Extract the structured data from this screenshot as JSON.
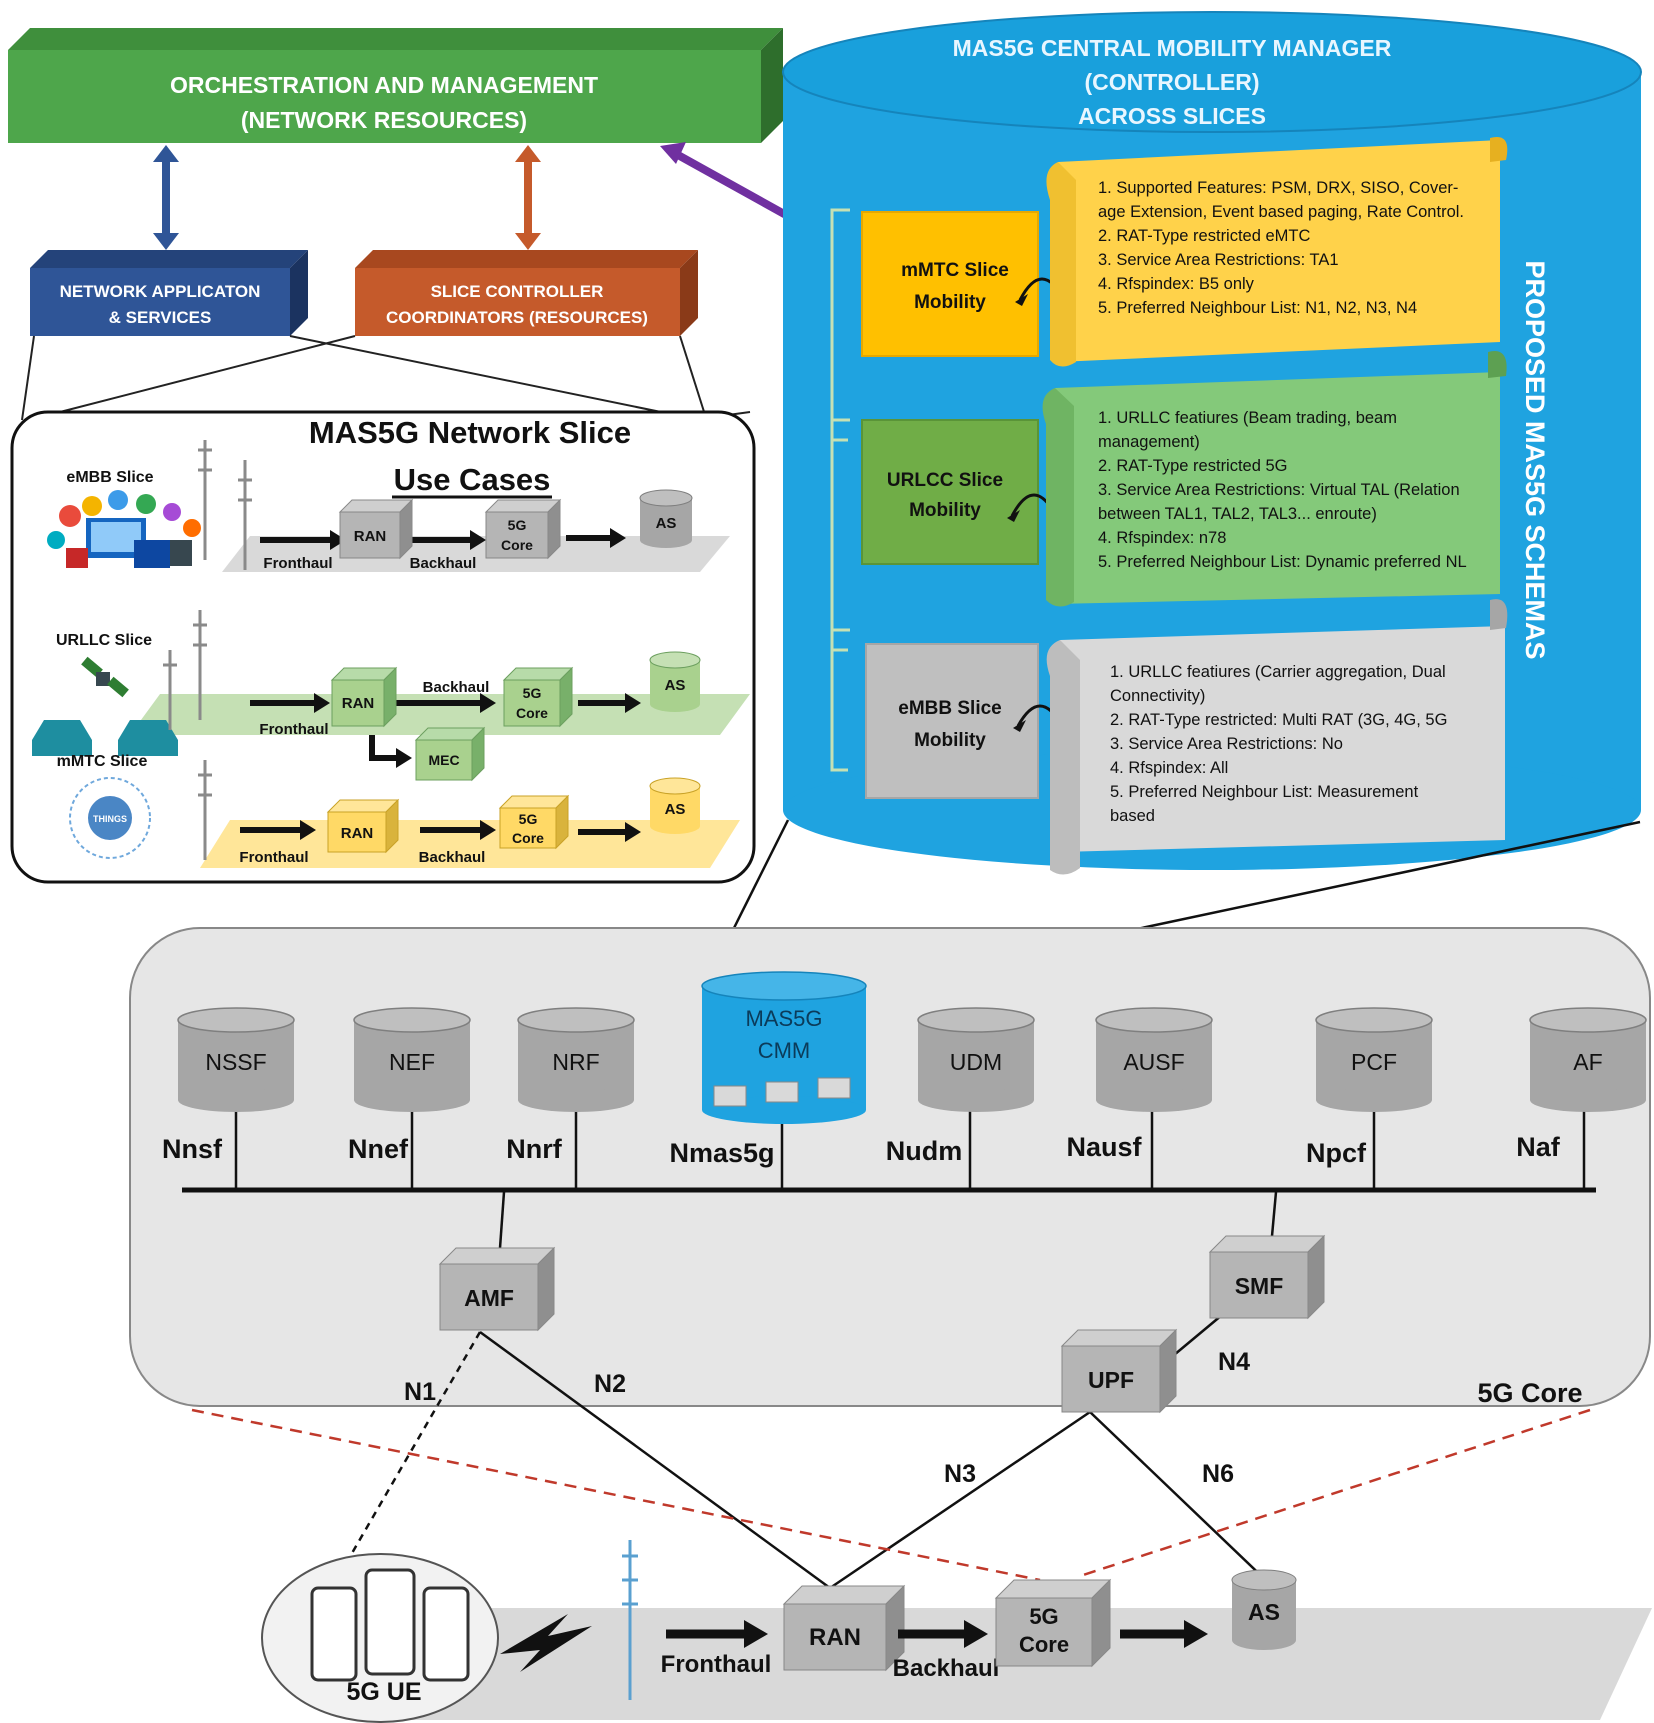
{
  "orchestration": {
    "line1": "ORCHESTRATION AND MANAGEMENT",
    "line2": "(NETWORK RESOURCES)"
  },
  "app_services": {
    "line1": "NETWORK APPLICATON",
    "line2": "& SERVICES"
  },
  "slice_controller": {
    "line1": "SLICE CONTROLLER",
    "line2": "COORDINATORS (RESOURCES)"
  },
  "use_cases": {
    "title_line1": "MAS5G Network Slice",
    "title_line2": "Use Cases",
    "rows": [
      {
        "label": "eMBB Slice",
        "ran": "RAN",
        "core": [
          "5G",
          "Core"
        ],
        "as": "AS",
        "fronthaul": "Fronthaul",
        "backhaul": "Backhaul"
      },
      {
        "label": "URLLC Slice",
        "ran": "RAN",
        "core": [
          "5G",
          "Core"
        ],
        "as": "AS",
        "fronthaul": "Fronthaul",
        "backhaul": "Backhaul",
        "mec": "MEC"
      },
      {
        "label": "mMTC Slice",
        "ran": "RAN",
        "core": [
          "5G",
          "Core"
        ],
        "as": "AS",
        "fronthaul": "Fronthaul",
        "backhaul": "Backhaul",
        "things": "THINGS"
      }
    ]
  },
  "cmm": {
    "title_line1": "MAS5G CENTRAL MOBILITY MANAGER",
    "title_line2": "(CONTROLLER)",
    "title_line3": "ACROSS SLICES",
    "side_label": "PROPOSED MAS5G SCHEMAS",
    "slices": [
      {
        "name_line1": "mMTC Slice",
        "name_line2": "Mobility",
        "items": [
          "1. Supported Features: PSM, DRX, SISO, Cover-",
          "age Extension, Event based paging, Rate Control.",
          "2. RAT-Type restricted eMTC",
          "3. Service Area Restrictions: TA1",
          "4. Rfspindex: B5 only",
          "5. Preferred Neighbour List: N1, N2, N3, N4"
        ]
      },
      {
        "name_line1": "URLCC Slice",
        "name_line2": "Mobility",
        "items": [
          "1. URLLC featiures (Beam trading, beam",
          "management)",
          "2. RAT-Type restricted 5G",
          "3. Service Area Restrictions: Virtual TAL (Relation",
          "between TAL1, TAL2, TAL3... enroute)",
          "4. Rfspindex: n78",
          "5. Preferred Neighbour List: Dynamic preferred NL"
        ]
      },
      {
        "name_line1": "eMBB Slice",
        "name_line2": "Mobility",
        "items": [
          "1. URLLC featiures (Carrier aggregation, Dual",
          "Connectivity)",
          "2. RAT-Type restricted: Multi RAT (3G, 4G, 5G",
          "3. Service Area Restrictions: No",
          "4. Rfspindex: All",
          "5. Preferred Neighbour List: Measurement",
          "based"
        ]
      }
    ]
  },
  "core": {
    "label": "5G Core",
    "cmm_db": [
      "MAS5G",
      "CMM"
    ],
    "nfs": [
      {
        "name": "NSSF",
        "interface": "Nnsf"
      },
      {
        "name": "NEF",
        "interface": "Nnef"
      },
      {
        "name": "NRF",
        "interface": "Nnrf"
      },
      {
        "name": "MAS5G CMM",
        "interface": "Nmas5g"
      },
      {
        "name": "UDM",
        "interface": "Nudm"
      },
      {
        "name": "AUSF",
        "interface": "Nausf"
      },
      {
        "name": "PCF",
        "interface": "Npcf"
      },
      {
        "name": "AF",
        "interface": "Naf"
      }
    ],
    "amf": "AMF",
    "smf": "SMF",
    "upf": "UPF",
    "links": {
      "n1": "N1",
      "n2": "N2",
      "n3": "N3",
      "n4": "N4",
      "n6": "N6"
    }
  },
  "access": {
    "ue": "5G UE",
    "ran": "RAN",
    "core": [
      "5G",
      "Core"
    ],
    "as": "AS",
    "fronthaul": "Fronthaul",
    "backhaul": "Backhaul"
  },
  "colors": {
    "green": "#4ea64b",
    "blue": "#2f5597",
    "orange": "#c55a2b",
    "cyan": "#1fa3e0",
    "yellow": "#ffd24a",
    "lightgreen": "#84c97a",
    "grey": "#bdbdbd",
    "purple": "#7030a0"
  }
}
